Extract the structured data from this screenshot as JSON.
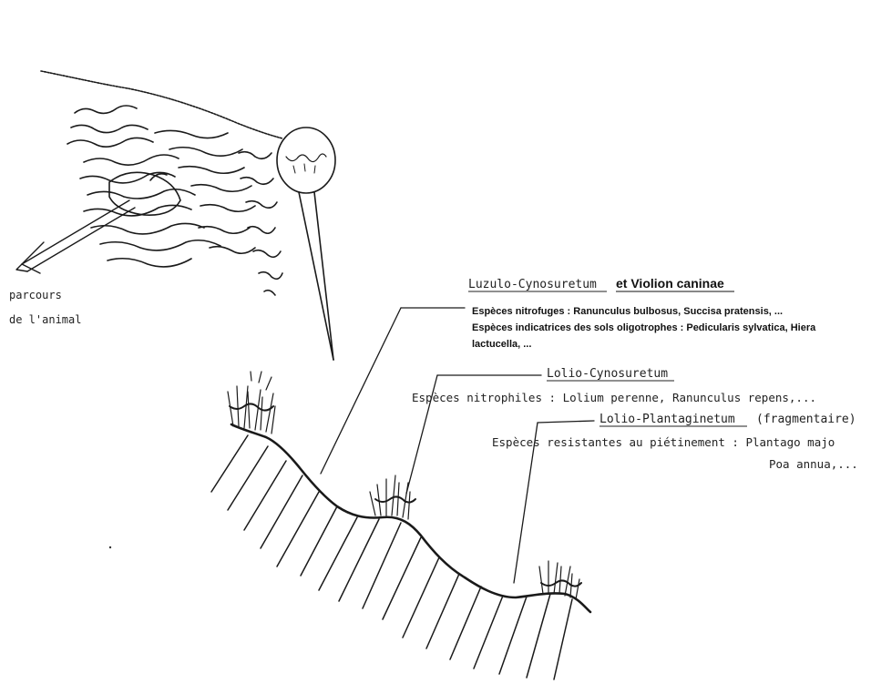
{
  "labels": {
    "parcours_line1": "parcours",
    "parcours_line2": "de l'animal",
    "luzulo_title": "Luzulo-Cynosuretum",
    "violion_title": "et Violion caninae",
    "luzulo_line1": "Espèces nitrofuges : Ranunculus bulbosus, Succisa pratensis, ...",
    "luzulo_line2": "Espèces indicatrices des sols oligotrophes : Pedicularis sylvatica, Hiera",
    "luzulo_line3": "lactucella, ...",
    "lolio_cyno_title": "Lolio-Cynosuretum",
    "lolio_cyno_line": "Espèces nitrophiles : Lolium perenne, Ranunculus repens,...",
    "lolio_plant_title": "Lolio-Plantaginetum",
    "lolio_plant_note": "(fragmentaire)",
    "lolio_plant_line1": "Espèces resistantes au piétinement : Plantago majo",
    "lolio_plant_line2": "Poa annua,..."
  },
  "colors": {
    "ink": "#1a1a1a",
    "accent": "#cc0000",
    "background": "#ffffff"
  }
}
